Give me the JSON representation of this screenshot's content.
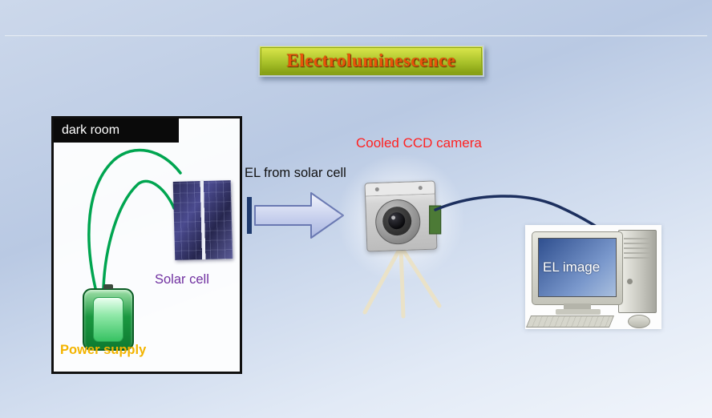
{
  "slide": {
    "title": "Electroluminescence"
  },
  "dark_room": {
    "header": "dark room",
    "solar_cell_label": "Solar cell",
    "power_supply_label": "Power supply"
  },
  "labels": {
    "el_from_solar_cell": "EL from solar cell",
    "cooled_ccd_camera": "Cooled CCD camera"
  },
  "computer": {
    "screen_text": "EL image"
  },
  "icons": {
    "power_supply": "green battery / power-supply shape",
    "solar_cell": "blue photovoltaic panel pair",
    "el_arrow": "large light-blue right arrow with dark tail bar",
    "ccd_camera": "gray cooled CCD camera with lens on tripod",
    "computer": "CRT monitor with tower, keyboard and mouse",
    "wires": "green supply wires",
    "cable": "dark navy camera-to-computer cable"
  },
  "colors": {
    "title_text": "#e8540a",
    "banner_top": "#dde94e",
    "banner_bottom": "#7f990f",
    "solar_cell_label": "#7030a0",
    "power_supply_label": "#f3b400",
    "camera_label": "#ff2222",
    "wire_green": "#00a550",
    "cable_navy": "#1c2f5e",
    "background_blue": "#c3d1e7"
  }
}
